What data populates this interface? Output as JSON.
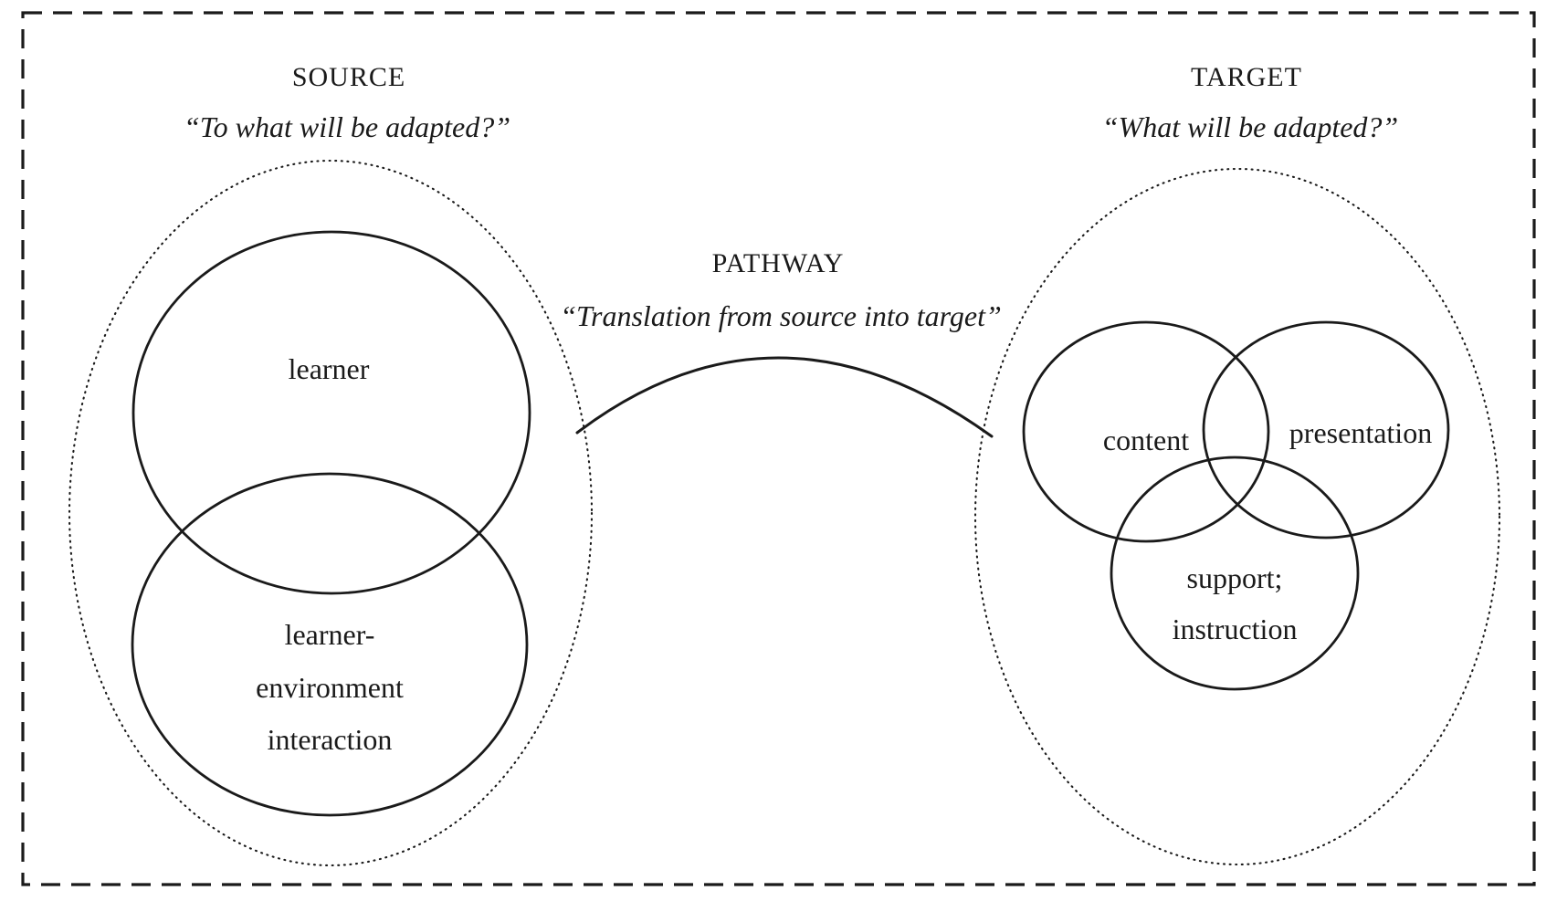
{
  "figure": {
    "colors": {
      "ink": "#1a1a1a",
      "background": "#ffffff"
    },
    "source": {
      "title": "SOURCE",
      "quote": "“To what will be adapted?”",
      "learner_label": "learner",
      "environment_label_line1": "learner-",
      "environment_label_line2": "environment",
      "environment_label_line3": "interaction"
    },
    "pathway": {
      "title": "PATHWAY",
      "quote": "“Translation from source into target”"
    },
    "target": {
      "title": "TARGET",
      "quote": "“What will be adapted?”",
      "content_label": "content",
      "presentation_label": "presentation",
      "support_label_line1": "support;",
      "support_label_line2": "instruction"
    }
  }
}
